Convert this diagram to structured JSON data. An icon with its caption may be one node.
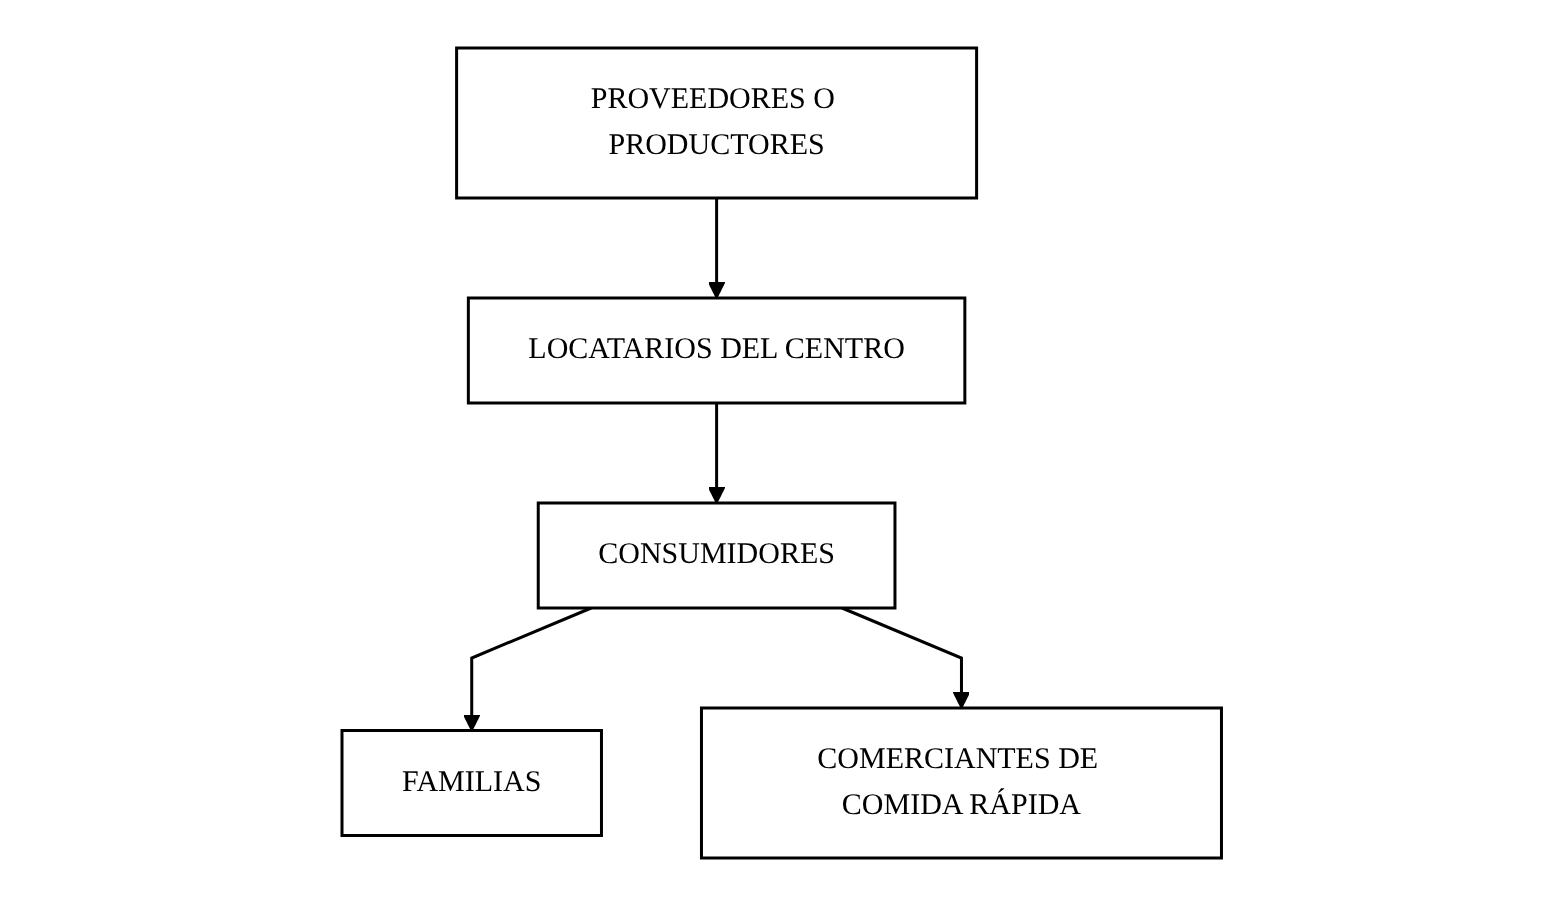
{
  "diagram": {
    "nodes": [
      {
        "text": [
          "PROVEEDORES O PRODUCTORES"
        ]
      },
      {
        "text": [
          "LOCATARIOS DEL CENTRO"
        ]
      },
      {
        "text": [
          "CONSUMIDORES"
        ]
      },
      {
        "text": [
          "FAMILIAS"
        ]
      },
      {
        "text": [
          "COMERCIANTES DE COMIDA RÁPIDA"
        ]
      }
    ],
    "edges": [
      {
        "from": 0,
        "to": 1,
        "arrow": "to"
      },
      {
        "from": 1,
        "to": 2,
        "arrow": "to"
      },
      {
        "from": 2,
        "to": 3,
        "arrow": "to"
      },
      {
        "from": 2,
        "to": 4,
        "arrow": "to"
      }
    ]
  }
}
